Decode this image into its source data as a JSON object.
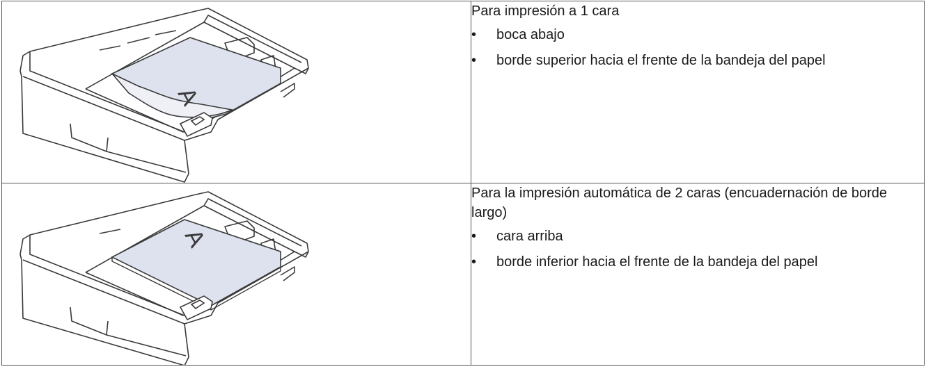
{
  "rows": [
    {
      "illustration": {
        "name": "paper-tray-face-down-icon",
        "paper_letter": "A",
        "paper_color": "#dde2ee"
      },
      "intro": "Para impresión a 1 cara",
      "bullets": [
        "boca abajo",
        "borde superior hacia el frente de la bandeja del papel"
      ]
    },
    {
      "illustration": {
        "name": "paper-tray-face-up-icon",
        "paper_letter": "A",
        "paper_color": "#dde2ee"
      },
      "intro": "Para la impresión automática de 2 caras (encuadernación de borde largo)",
      "bullets": [
        "cara arriba",
        "borde inferior hacia el frente de la bandeja del papel"
      ]
    }
  ],
  "bullet_symbol": "•"
}
